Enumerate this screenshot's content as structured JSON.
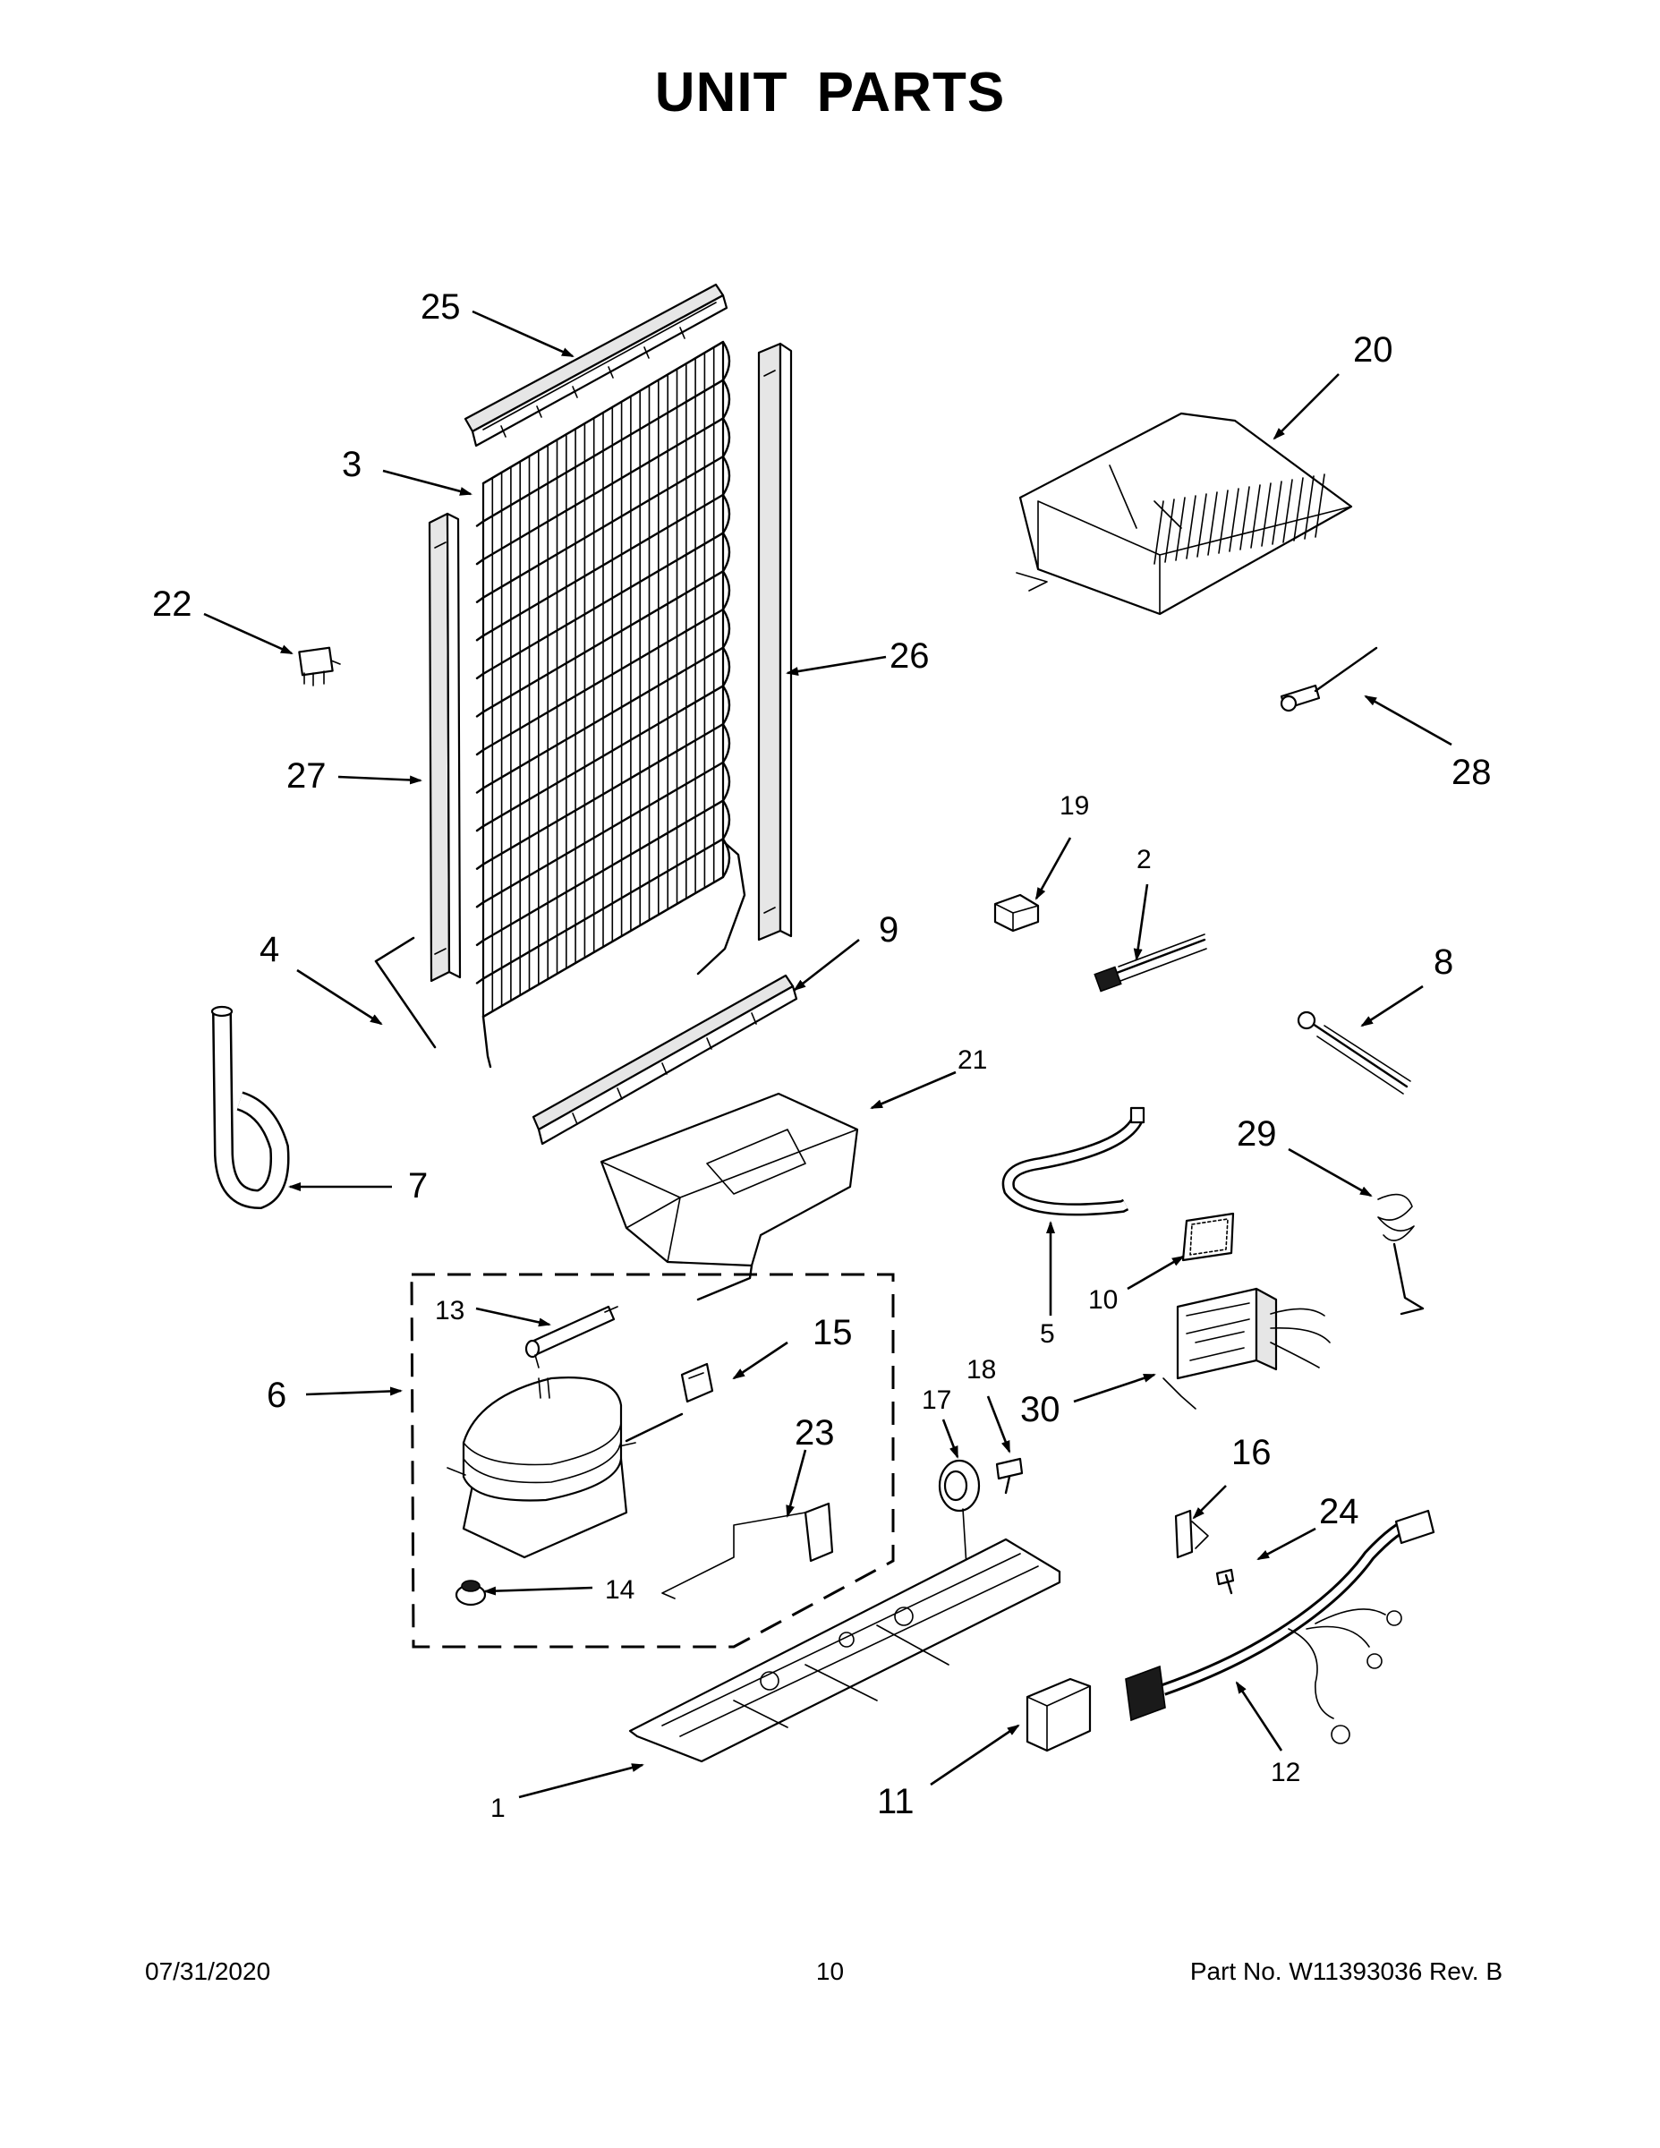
{
  "title": "UNIT PARTS",
  "callouts": [
    "1",
    "2",
    "3",
    "4",
    "5",
    "6",
    "7",
    "8",
    "9",
    "10",
    "11",
    "12",
    "13",
    "14",
    "15",
    "16",
    "17",
    "18",
    "19",
    "20",
    "21",
    "22",
    "23",
    "24",
    "25",
    "26",
    "27",
    "28",
    "29",
    "30"
  ],
  "footer": {
    "date": "07/31/2020",
    "page": "10",
    "part": "Part No.  W11393036  Rev.  B"
  }
}
